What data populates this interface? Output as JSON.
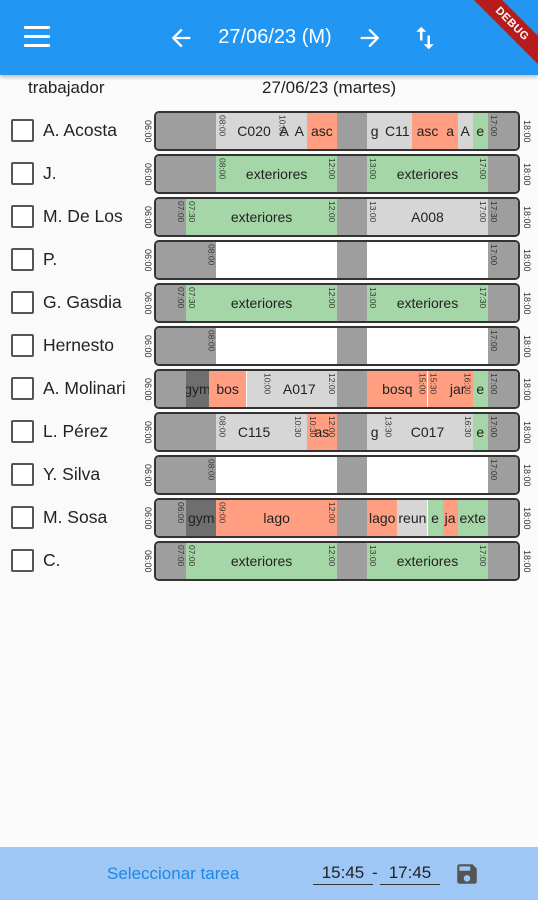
{
  "appbar": {
    "title": "27/06/23 (M)",
    "menu_icon": "menu-icon",
    "prev_icon": "arrow-left-icon",
    "next_icon": "arrow-right-icon",
    "swap_icon": "swap-vertical-icon",
    "debug_banner": "DEBUG",
    "color": "#2196f3"
  },
  "header": {
    "worker_col": "trabajador",
    "date_col": "27/06/23 (martes)"
  },
  "day": {
    "start": "06:00",
    "end": "18:00"
  },
  "colors": {
    "dark": "#9e9e9e",
    "darker": "#6e6e6e",
    "green": "#a5d6a7",
    "red": "#ff9e80",
    "light": "#d6d6d6",
    "white": "#ffffff"
  },
  "rows": [
    {
      "name": "A. Acosta",
      "start_label": "06:00",
      "end_label": "18:00",
      "segments": [
        {
          "from": "06:00",
          "to": "08:00",
          "kind": "dark"
        },
        {
          "from": "08:00",
          "to": "08:30",
          "kind": "light",
          "left_label": "08:00"
        },
        {
          "from": "08:30",
          "to": "10:00",
          "kind": "light",
          "text": "C020"
        },
        {
          "from": "10:00",
          "to": "10:30",
          "kind": "light",
          "left_label": "10:00",
          "text": "A"
        },
        {
          "from": "10:30",
          "to": "11:00",
          "kind": "light",
          "text": "A"
        },
        {
          "from": "11:00",
          "to": "12:00",
          "kind": "red",
          "text": "asc"
        },
        {
          "from": "12:00",
          "to": "13:00",
          "kind": "dark"
        },
        {
          "from": "13:00",
          "to": "13:30",
          "kind": "light",
          "text": "g"
        },
        {
          "from": "13:30",
          "to": "14:30",
          "kind": "light",
          "text": "C11"
        },
        {
          "from": "14:30",
          "to": "15:30",
          "kind": "red",
          "text": "asc"
        },
        {
          "from": "15:30",
          "to": "16:00",
          "kind": "red",
          "text": "a"
        },
        {
          "from": "16:00",
          "to": "16:30",
          "kind": "light",
          "text": "A"
        },
        {
          "from": "16:30",
          "to": "17:00",
          "kind": "green",
          "text": "e"
        },
        {
          "from": "17:00",
          "to": "18:00",
          "kind": "dark",
          "left_label": "17:00"
        }
      ]
    },
    {
      "name": "J.",
      "start_label": "06:00",
      "end_label": "18:00",
      "segments": [
        {
          "from": "06:00",
          "to": "08:00",
          "kind": "dark"
        },
        {
          "from": "08:00",
          "to": "12:00",
          "kind": "green",
          "left_label": "08:00",
          "right_label": "12:00",
          "text": "exteriores"
        },
        {
          "from": "12:00",
          "to": "13:00",
          "kind": "dark"
        },
        {
          "from": "13:00",
          "to": "17:00",
          "kind": "green",
          "left_label": "13:00",
          "right_label": "17:00",
          "text": "exteriores"
        },
        {
          "from": "17:00",
          "to": "18:00",
          "kind": "dark"
        }
      ]
    },
    {
      "name": "M. De Los",
      "start_label": "06:00",
      "end_label": "18:00",
      "segments": [
        {
          "from": "06:00",
          "to": "07:00",
          "kind": "dark",
          "right_label": "07:00"
        },
        {
          "from": "07:00",
          "to": "12:00",
          "kind": "green",
          "left_label": "07:30",
          "right_label": "12:00",
          "text": "exteriores"
        },
        {
          "from": "12:00",
          "to": "13:00",
          "kind": "dark"
        },
        {
          "from": "13:00",
          "to": "17:00",
          "kind": "light",
          "left_label": "13:00",
          "right_label": "17:00",
          "text": "A008"
        },
        {
          "from": "17:00",
          "to": "18:00",
          "kind": "dark",
          "left_label": "17:30"
        }
      ]
    },
    {
      "name": "P.",
      "start_label": "06:00",
      "end_label": "18:00",
      "segments": [
        {
          "from": "06:00",
          "to": "08:00",
          "kind": "dark",
          "right_label": "08:00"
        },
        {
          "from": "08:00",
          "to": "12:00",
          "kind": "white"
        },
        {
          "from": "12:00",
          "to": "13:00",
          "kind": "dark"
        },
        {
          "from": "13:00",
          "to": "17:00",
          "kind": "white"
        },
        {
          "from": "17:00",
          "to": "18:00",
          "kind": "dark",
          "left_label": "17:00"
        }
      ]
    },
    {
      "name": "G. Gasdia",
      "start_label": "06:00",
      "end_label": "18:00",
      "segments": [
        {
          "from": "06:00",
          "to": "07:00",
          "kind": "dark",
          "right_label": "07:00"
        },
        {
          "from": "07:00",
          "to": "12:00",
          "kind": "green",
          "left_label": "07:30",
          "right_label": "12:00",
          "text": "exteriores"
        },
        {
          "from": "12:00",
          "to": "13:00",
          "kind": "dark"
        },
        {
          "from": "13:00",
          "to": "17:00",
          "kind": "green",
          "left_label": "13:00",
          "right_label": "17:30",
          "text": "exteriores"
        },
        {
          "from": "17:00",
          "to": "18:00",
          "kind": "dark"
        }
      ]
    },
    {
      "name": "Hernesto",
      "start_label": "06:00",
      "end_label": "18:00",
      "segments": [
        {
          "from": "06:00",
          "to": "08:00",
          "kind": "dark",
          "right_label": "08:00"
        },
        {
          "from": "08:00",
          "to": "12:00",
          "kind": "white"
        },
        {
          "from": "12:00",
          "to": "13:00",
          "kind": "dark"
        },
        {
          "from": "13:00",
          "to": "17:00",
          "kind": "white"
        },
        {
          "from": "17:00",
          "to": "18:00",
          "kind": "dark",
          "left_label": "17:00"
        }
      ]
    },
    {
      "name": "A. Molinari",
      "start_label": "06:00",
      "end_label": "18:00",
      "segments": [
        {
          "from": "06:00",
          "to": "07:00",
          "kind": "dark"
        },
        {
          "from": "07:00",
          "to": "07:45",
          "kind": "darker",
          "text": "gym"
        },
        {
          "from": "07:45",
          "to": "09:00",
          "kind": "red",
          "text": "bos"
        },
        {
          "from": "09:00",
          "to": "09:30",
          "kind": "light"
        },
        {
          "from": "09:30",
          "to": "10:00",
          "kind": "light",
          "left_label": "10:00"
        },
        {
          "from": "10:00",
          "to": "11:30",
          "kind": "light",
          "text": "A017"
        },
        {
          "from": "11:30",
          "to": "12:00",
          "kind": "light",
          "right_label": "12:00"
        },
        {
          "from": "12:00",
          "to": "13:00",
          "kind": "dark"
        },
        {
          "from": "13:00",
          "to": "15:00",
          "kind": "red",
          "text": "bosq",
          "right_label": "15:00"
        },
        {
          "from": "15:00",
          "to": "15:30",
          "kind": "red",
          "left_label": "15:30"
        },
        {
          "from": "15:30",
          "to": "16:30",
          "kind": "red",
          "text": "jar",
          "right_label": "16:30"
        },
        {
          "from": "16:30",
          "to": "17:00",
          "kind": "green",
          "text": "e"
        },
        {
          "from": "17:00",
          "to": "18:00",
          "kind": "dark",
          "left_label": "17:00"
        }
      ]
    },
    {
      "name": "L. Pérez",
      "start_label": "06:00",
      "end_label": "18:00",
      "segments": [
        {
          "from": "06:00",
          "to": "08:00",
          "kind": "dark"
        },
        {
          "from": "08:00",
          "to": "10:30",
          "kind": "light",
          "left_label": "08:00",
          "text": "C115"
        },
        {
          "from": "10:30",
          "to": "11:00",
          "kind": "light",
          "left_label": "10:30"
        },
        {
          "from": "11:00",
          "to": "12:00",
          "kind": "red",
          "left_label": "10:30",
          "right_label": "12:00",
          "text": "as"
        },
        {
          "from": "12:00",
          "to": "13:00",
          "kind": "dark"
        },
        {
          "from": "13:00",
          "to": "13:30",
          "kind": "light",
          "text": "g"
        },
        {
          "from": "13:30",
          "to": "16:30",
          "kind": "light",
          "left_label": "13:30",
          "right_label": "16:30",
          "text": "C017"
        },
        {
          "from": "16:30",
          "to": "17:00",
          "kind": "green",
          "text": "e"
        },
        {
          "from": "17:00",
          "to": "18:00",
          "kind": "dark",
          "left_label": "17:00"
        }
      ]
    },
    {
      "name": "Y. Silva",
      "start_label": "06:00",
      "end_label": "18:00",
      "segments": [
        {
          "from": "06:00",
          "to": "08:00",
          "kind": "dark",
          "right_label": "08:00"
        },
        {
          "from": "08:00",
          "to": "12:00",
          "kind": "white"
        },
        {
          "from": "12:00",
          "to": "13:00",
          "kind": "dark"
        },
        {
          "from": "13:00",
          "to": "17:00",
          "kind": "white"
        },
        {
          "from": "17:00",
          "to": "18:00",
          "kind": "dark",
          "left_label": "17:00"
        }
      ]
    },
    {
      "name": "M. Sosa",
      "start_label": "06:00",
      "end_label": "18:00",
      "segments": [
        {
          "from": "06:00",
          "to": "07:00",
          "kind": "dark",
          "right_label": "06:00"
        },
        {
          "from": "07:00",
          "to": "08:00",
          "kind": "darker",
          "text": "gym"
        },
        {
          "from": "08:00",
          "to": "12:00",
          "kind": "red",
          "left_label": "09:00",
          "right_label": "12:00",
          "text": "lago"
        },
        {
          "from": "12:00",
          "to": "13:00",
          "kind": "dark"
        },
        {
          "from": "13:00",
          "to": "14:00",
          "kind": "red",
          "text": "lago"
        },
        {
          "from": "14:00",
          "to": "15:00",
          "kind": "light",
          "text": "reun"
        },
        {
          "from": "15:00",
          "to": "15:30",
          "kind": "green",
          "text": "e"
        },
        {
          "from": "15:30",
          "to": "16:00",
          "kind": "red",
          "text": "ja"
        },
        {
          "from": "16:00",
          "to": "17:00",
          "kind": "green",
          "text": "exte"
        },
        {
          "from": "17:00",
          "to": "18:00",
          "kind": "dark"
        }
      ]
    },
    {
      "name": "C.",
      "start_label": "06:00",
      "end_label": "18:00",
      "segments": [
        {
          "from": "06:00",
          "to": "07:00",
          "kind": "dark",
          "right_label": "07:00"
        },
        {
          "from": "07:00",
          "to": "12:00",
          "kind": "green",
          "left_label": "07:00",
          "right_label": "12:00",
          "text": "exteriores"
        },
        {
          "from": "12:00",
          "to": "13:00",
          "kind": "dark"
        },
        {
          "from": "13:00",
          "to": "17:00",
          "kind": "green",
          "left_label": "13:00",
          "right_label": "17:00",
          "text": "exteriores"
        },
        {
          "from": "17:00",
          "to": "18:00",
          "kind": "dark"
        }
      ]
    }
  ],
  "bottom_bar": {
    "select_task": "Seleccionar tarea",
    "time_from": "15:45",
    "separator": "-",
    "time_to": "17:45",
    "save_icon": "save-icon"
  }
}
